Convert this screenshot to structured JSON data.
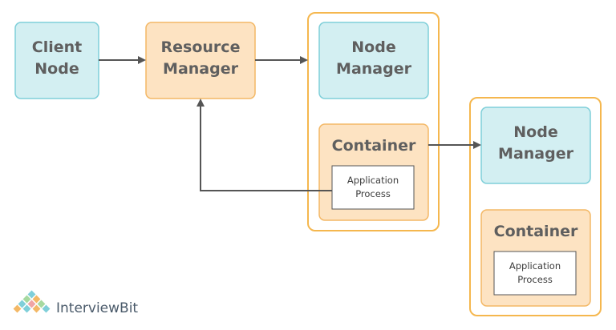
{
  "colors": {
    "blue_fill": "#d3eff2",
    "blue_stroke": "#7fcfd9",
    "orange_fill": "#fde3c2",
    "orange_stroke": "#f3b866",
    "group_stroke": "#f5b74e",
    "arrow": "#555555",
    "process_stroke": "#555555"
  },
  "nodes": {
    "client_node": {
      "line1": "Client",
      "line2": "Node"
    },
    "resource_manager": {
      "line1": "Resource",
      "line2": "Manager"
    },
    "node_manager_1": {
      "line1": "Node",
      "line2": "Manager"
    },
    "container_1": {
      "label": "Container"
    },
    "app_process_1": {
      "line1": "Application",
      "line2": "Process"
    },
    "node_manager_2": {
      "line1": "Node",
      "line2": "Manager"
    },
    "container_2": {
      "label": "Container"
    },
    "app_process_2": {
      "line1": "Application",
      "line2": "Process"
    }
  },
  "logo": {
    "text": "InterviewBit",
    "icon": "interviewbit-diamond-logo-icon"
  }
}
